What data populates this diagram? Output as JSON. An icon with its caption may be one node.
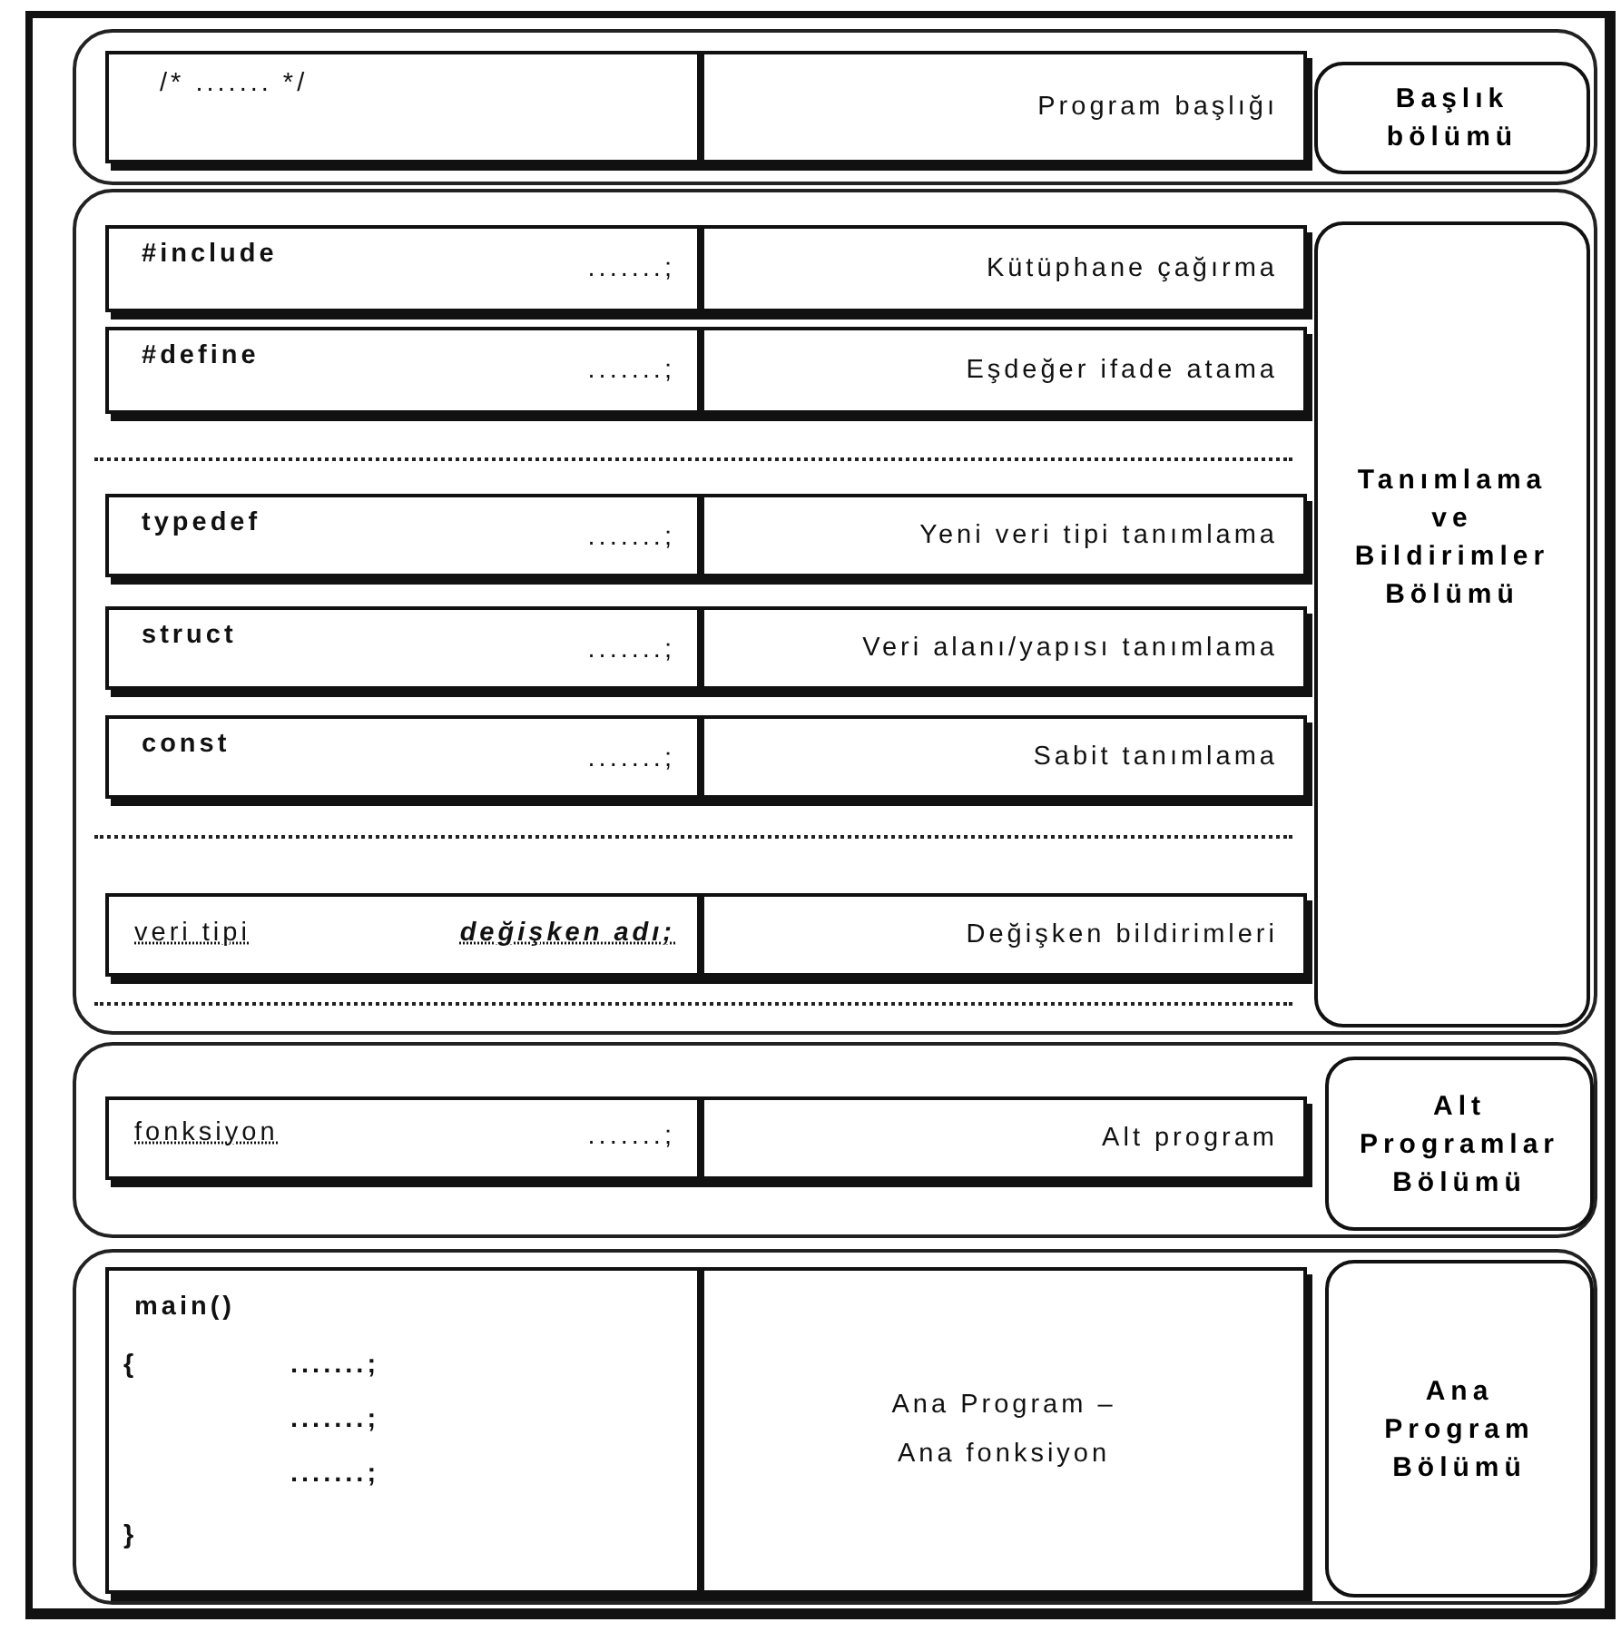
{
  "diagram": {
    "nodes": [
      {
        "text": [],
        "shape": "box"
      },
      {
        "text": [
          "/* ....... */"
        ],
        "in": 0
      },
      {
        "text": [
          "Program başlığı"
        ],
        "in": 0
      },
      {
        "text": [
          "Başlık bölümü"
        ],
        "in": 0
      },
      {
        "text": [],
        "shape": "box"
      },
      {
        "text": [
          "#include",
          ".......;"
        ],
        "in": 4
      },
      {
        "text": [
          "Kütüphane çağırma"
        ],
        "in": 4
      },
      {
        "text": [
          "#define",
          ".......;"
        ],
        "in": 4
      },
      {
        "text": [
          "Eşdeğer ifade atama"
        ],
        "in": 4
      },
      {
        "text": [
          "typedef",
          ".......;"
        ],
        "in": 4
      },
      {
        "text": [
          "Yeni veri tipi tanımlama"
        ],
        "in": 4
      },
      {
        "text": [
          "struct",
          ".......;"
        ],
        "in": 4
      },
      {
        "text": [
          "Veri alanı/yapısı tanımlama"
        ],
        "in": 4
      },
      {
        "text": [
          "const",
          ".......;"
        ],
        "in": 4
      },
      {
        "text": [
          "Sabit tanımlama"
        ],
        "in": 4
      },
      {
        "text": [
          "veri tipi",
          "değişken adı;"
        ],
        "in": 4
      },
      {
        "text": [
          "Değişken bildirimleri"
        ],
        "in": 4
      },
      {
        "text": [
          "Tanımlama ve Bildirimler Bölümü"
        ],
        "in": 4
      },
      {
        "text": [],
        "shape": "box"
      },
      {
        "text": [
          "fonksiyon",
          ".......;"
        ],
        "in": 18
      },
      {
        "text": [
          "Alt program"
        ],
        "in": 18
      },
      {
        "text": [
          "Alt Programlar Bölümü"
        ],
        "in": 18
      },
      {
        "text": [],
        "shape": "box"
      },
      {
        "text": [
          "main()",
          "{",
          ".......;",
          ".......;",
          ".......;",
          "}"
        ],
        "in": 22
      },
      {
        "text": [
          "Ana Program – Ana fonksiyon"
        ],
        "in": 22
      },
      {
        "text": [
          "Ana Program Bölümü"
        ],
        "in": 22
      }
    ]
  }
}
